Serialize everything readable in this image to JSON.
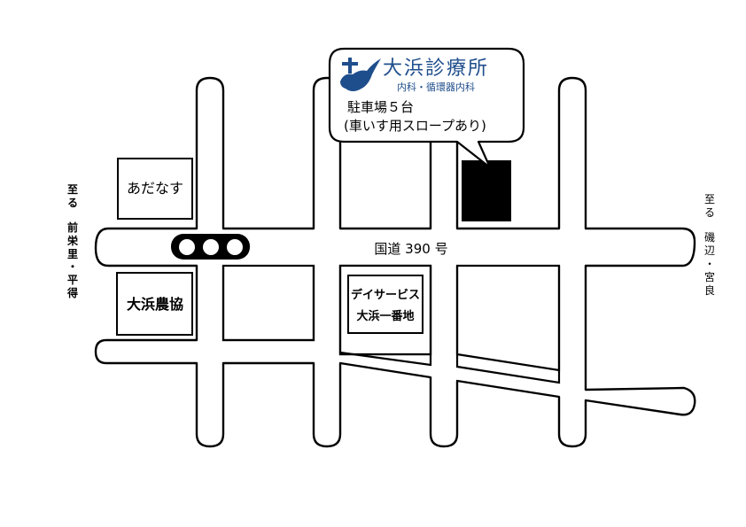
{
  "clinic": {
    "name": "大浜診療所",
    "subtitle": "内科・循環器内科",
    "parking": "駐車場５台",
    "ramp": "(車いす用スロープあり)",
    "brand_color": "#1f4e8c"
  },
  "landmarks": {
    "shop": "あだなす",
    "coop": "大浜農協",
    "day_service_line1": "デイサービス",
    "day_service_line2": "大浜一番地"
  },
  "road": {
    "name": "国道 390 号"
  },
  "directions": {
    "left": [
      "至",
      "る",
      "前",
      "栄",
      "里",
      "・",
      "平",
      "得"
    ],
    "right": [
      "至",
      "る",
      "磯",
      "辺",
      "・",
      "宮",
      "良"
    ]
  },
  "icons": {
    "traffic_light": "traffic-light-icon",
    "clinic_logo": "cross-island-logo-icon"
  }
}
